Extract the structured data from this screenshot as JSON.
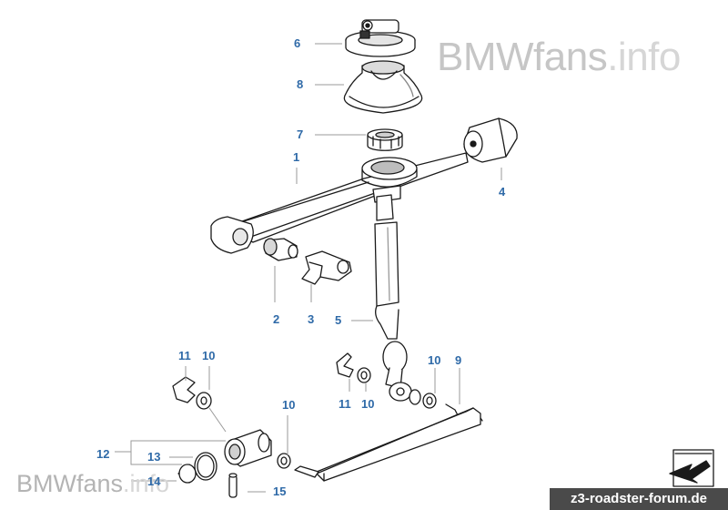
{
  "watermark_right": {
    "main": "BMWfans",
    "suffix": ".info"
  },
  "watermark_left": {
    "main": "BMWfans",
    "suffix": ".info"
  },
  "footer_badge": "z3-roadster-forum.de",
  "colors": {
    "callout": "#2f6aa8",
    "line": "#1a1a1a",
    "shade": "#9a9a9a"
  },
  "parts": [
    {
      "id": "6",
      "label": "6"
    },
    {
      "id": "8",
      "label": "8"
    },
    {
      "id": "7",
      "label": "7"
    },
    {
      "id": "1",
      "label": "1"
    },
    {
      "id": "4",
      "label": "4"
    },
    {
      "id": "2",
      "label": "2"
    },
    {
      "id": "3",
      "label": "3"
    },
    {
      "id": "5",
      "label": "5"
    },
    {
      "id": "11a",
      "label": "11"
    },
    {
      "id": "10a",
      "label": "10"
    },
    {
      "id": "10b",
      "label": "10"
    },
    {
      "id": "9",
      "label": "9"
    },
    {
      "id": "11b",
      "label": "11"
    },
    {
      "id": "10c",
      "label": "10"
    },
    {
      "id": "10d",
      "label": "10"
    },
    {
      "id": "12",
      "label": "12"
    },
    {
      "id": "13",
      "label": "13"
    },
    {
      "id": "14",
      "label": "14"
    },
    {
      "id": "15",
      "label": "15"
    }
  ],
  "icons": {
    "corner": "arrow-corner-icon"
  }
}
